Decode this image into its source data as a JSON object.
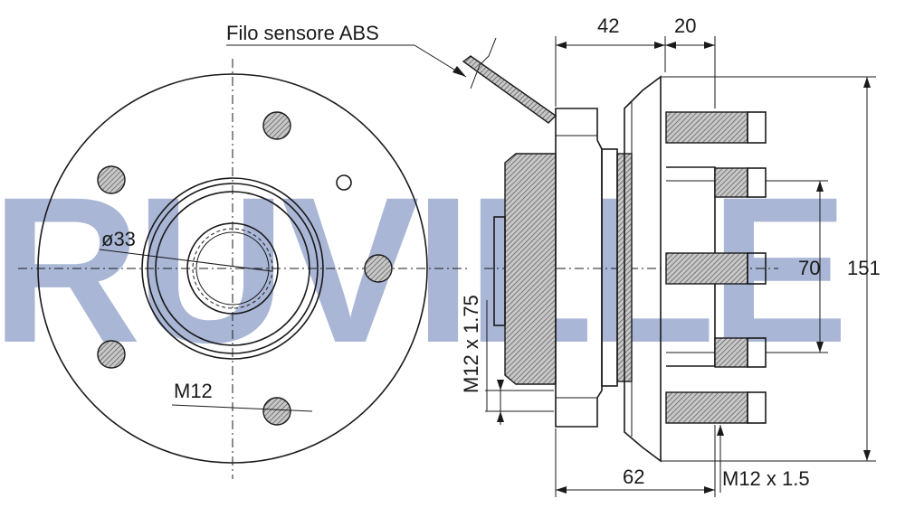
{
  "brand": {
    "text": "RUVILLE"
  },
  "labels": {
    "abs_wire": "Filo sensore ABS",
    "bore_diameter": "ø33",
    "wheel_bolt": "M12",
    "dim_top_left": "42",
    "dim_top_right": "20",
    "dim_bottom": "62",
    "dim_pcd_height": "70",
    "dim_flange_height": "151",
    "thread_spindle": "M12 x 1.75",
    "thread_stud": "M12 x 1.5"
  }
}
